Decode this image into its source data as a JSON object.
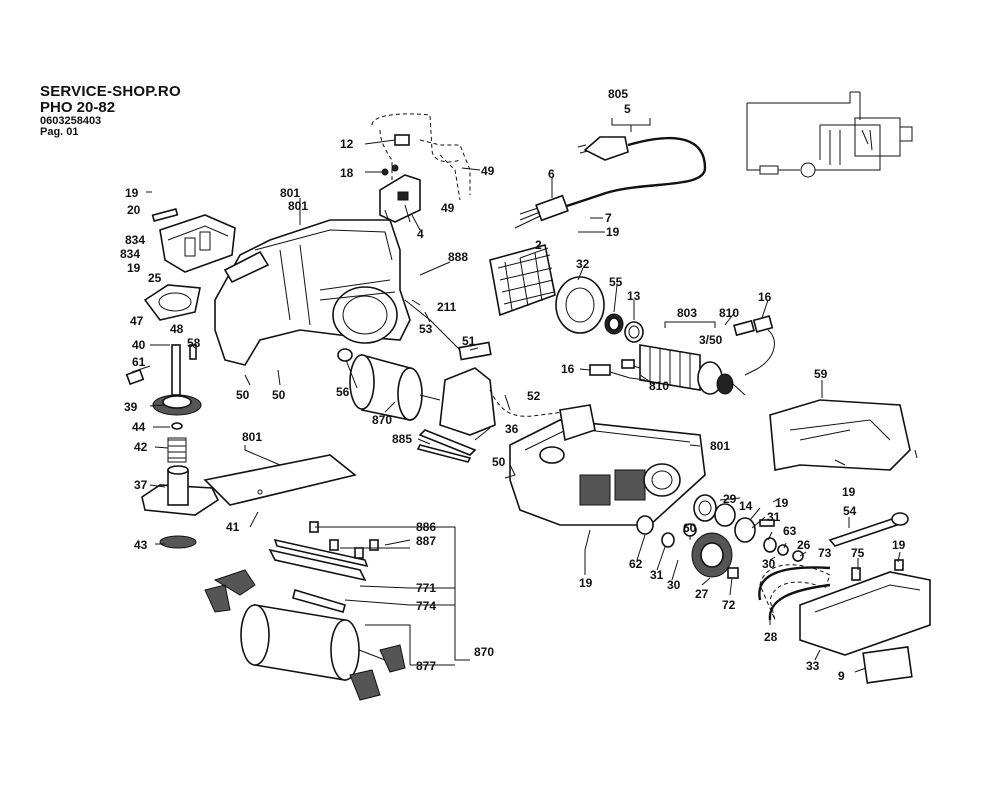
{
  "header": {
    "site": "SERVICE-SHOP.RO",
    "model": "PHO 20-82",
    "code": "0603258403",
    "page": "Pag. 01"
  },
  "labels": [
    {
      "id": "805",
      "text": "805"
    },
    {
      "id": "5",
      "text": "5"
    },
    {
      "id": "12",
      "text": "12"
    },
    {
      "id": "18",
      "text": "18"
    },
    {
      "id": "49a",
      "text": "49"
    },
    {
      "id": "49b",
      "text": "49"
    },
    {
      "id": "6",
      "text": "6"
    },
    {
      "id": "7",
      "text": "7"
    },
    {
      "id": "19a",
      "text": "19"
    },
    {
      "id": "4",
      "text": "4"
    },
    {
      "id": "19b",
      "text": "19"
    },
    {
      "id": "801a",
      "text": "801"
    },
    {
      "id": "801b",
      "text": "801"
    },
    {
      "id": "20",
      "text": "20"
    },
    {
      "id": "834a",
      "text": "834"
    },
    {
      "id": "834b",
      "text": "834"
    },
    {
      "id": "19c",
      "text": "19"
    },
    {
      "id": "25",
      "text": "25"
    },
    {
      "id": "47",
      "text": "47"
    },
    {
      "id": "48",
      "text": "48"
    },
    {
      "id": "888",
      "text": "888"
    },
    {
      "id": "211",
      "text": "211"
    },
    {
      "id": "53",
      "text": "53"
    },
    {
      "id": "2",
      "text": "2"
    },
    {
      "id": "32",
      "text": "32"
    },
    {
      "id": "55",
      "text": "55"
    },
    {
      "id": "13",
      "text": "13"
    },
    {
      "id": "803",
      "text": "803"
    },
    {
      "id": "810a",
      "text": "810"
    },
    {
      "id": "16a",
      "text": "16"
    },
    {
      "id": "350",
      "text": "3/50"
    },
    {
      "id": "16b",
      "text": "16"
    },
    {
      "id": "810b",
      "text": "810"
    },
    {
      "id": "40",
      "text": "40"
    },
    {
      "id": "58",
      "text": "58"
    },
    {
      "id": "61",
      "text": "61"
    },
    {
      "id": "50a",
      "text": "50"
    },
    {
      "id": "50b",
      "text": "50"
    },
    {
      "id": "56",
      "text": "56"
    },
    {
      "id": "51",
      "text": "51"
    },
    {
      "id": "52",
      "text": "52"
    },
    {
      "id": "870a",
      "text": "870"
    },
    {
      "id": "39",
      "text": "39"
    },
    {
      "id": "44",
      "text": "44"
    },
    {
      "id": "36",
      "text": "36"
    },
    {
      "id": "885",
      "text": "885"
    },
    {
      "id": "42",
      "text": "42"
    },
    {
      "id": "801c",
      "text": "801"
    },
    {
      "id": "801d",
      "text": "801"
    },
    {
      "id": "59",
      "text": "59"
    },
    {
      "id": "50c",
      "text": "50"
    },
    {
      "id": "37",
      "text": "37"
    },
    {
      "id": "41",
      "text": "41"
    },
    {
      "id": "43",
      "text": "43"
    },
    {
      "id": "29",
      "text": "29"
    },
    {
      "id": "19d",
      "text": "19"
    },
    {
      "id": "14",
      "text": "14"
    },
    {
      "id": "19e",
      "text": "19"
    },
    {
      "id": "31a",
      "text": "31"
    },
    {
      "id": "63",
      "text": "63"
    },
    {
      "id": "26",
      "text": "26"
    },
    {
      "id": "73",
      "text": "73"
    },
    {
      "id": "54",
      "text": "54"
    },
    {
      "id": "886",
      "text": "886"
    },
    {
      "id": "887",
      "text": "887"
    },
    {
      "id": "62",
      "text": "62"
    },
    {
      "id": "60",
      "text": "60"
    },
    {
      "id": "31b",
      "text": "31"
    },
    {
      "id": "30a",
      "text": "30"
    },
    {
      "id": "27",
      "text": "27"
    },
    {
      "id": "72",
      "text": "72"
    },
    {
      "id": "30b",
      "text": "30"
    },
    {
      "id": "75",
      "text": "75"
    },
    {
      "id": "19f",
      "text": "19"
    },
    {
      "id": "19g",
      "text": "19"
    },
    {
      "id": "771",
      "text": "771"
    },
    {
      "id": "774",
      "text": "774"
    },
    {
      "id": "28",
      "text": "28"
    },
    {
      "id": "870b",
      "text": "870"
    },
    {
      "id": "877",
      "text": "877"
    },
    {
      "id": "33",
      "text": "33"
    },
    {
      "id": "9",
      "text": "9"
    }
  ]
}
